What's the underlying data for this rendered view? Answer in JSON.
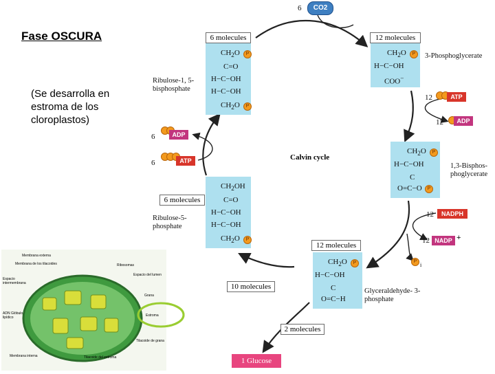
{
  "slide": {
    "title": "Fase OSCURA",
    "subtitle": "(Se desarrolla en estroma de los cloroplastos)"
  },
  "cycle": {
    "center_label": "Calvin cycle",
    "co2": {
      "coef": "6",
      "label": "CO2"
    },
    "atp_in": {
      "coef": "12",
      "label": "ATP"
    },
    "adp_out": {
      "coef": "12",
      "label": "ADP"
    },
    "nadph_in": {
      "coef": "12",
      "label": "NADPH"
    },
    "nadp_out": {
      "coef": "12",
      "label": "NADP",
      "charge": "+"
    },
    "pi_out": {
      "label": "P",
      "sub": "i"
    },
    "adp_left": {
      "coef": "6",
      "label": "ADP"
    },
    "atp_left": {
      "coef": "6",
      "label": "ATP"
    },
    "glucose": "1 Glucose",
    "counts": {
      "top_left": "6 molecules",
      "top_right": "12 molecules",
      "left": "6 molecules",
      "bottom_mid": "12 molecules",
      "bottom_left": "10 molecules",
      "bottom": "2 molecules"
    },
    "compounds": {
      "rubp": "Ribulose-1, 5-bisphosphate",
      "pga": "3-Phosphoglycerate",
      "bpg": "1,3-Bisphos- phoglycerate",
      "ru5p": "Ribulose-5- phosphate",
      "g3p": "Glyceraldehyde- 3-phosphate"
    }
  },
  "chloroplast": {
    "labels": [
      "Membrana externa",
      "Membrana de los tilacoides",
      "Espacio intermembrana",
      "ADN Glóbulo lipídico",
      "Ribosomas",
      "Espacio del lumen",
      "Grana",
      "Estroma",
      "Tilacoide de grana",
      "Membrana interna",
      "Tilacoide del estroma"
    ]
  },
  "colors": {
    "box": "#aee0ef",
    "phosphate": "#f39a1e",
    "atp": "#d8352a",
    "adp": "#c2357e",
    "nadph": "#d8352a",
    "nadp": "#c2357e",
    "glucose": "#e8457f",
    "estroma_ring": "#9acd32"
  }
}
